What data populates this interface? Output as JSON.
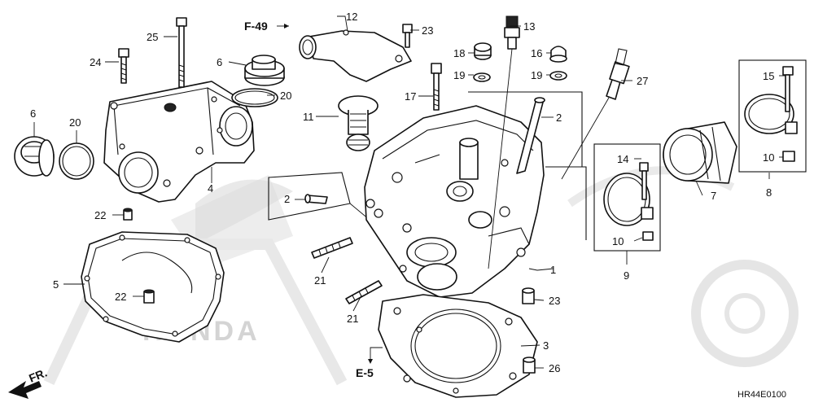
{
  "diagram": {
    "code": "HR44E0100",
    "references": {
      "f49": "F-49",
      "e5": "E-5",
      "fr": "FR."
    },
    "watermark": "HONDA",
    "callouts": [
      "1",
      "2",
      "2",
      "3",
      "4",
      "5",
      "6",
      "6",
      "7",
      "8",
      "9",
      "10",
      "10",
      "11",
      "12",
      "13",
      "14",
      "15",
      "16",
      "17",
      "18",
      "19",
      "19",
      "20",
      "20",
      "21",
      "21",
      "22",
      "22",
      "23",
      "23",
      "24",
      "25",
      "26",
      "27"
    ]
  }
}
